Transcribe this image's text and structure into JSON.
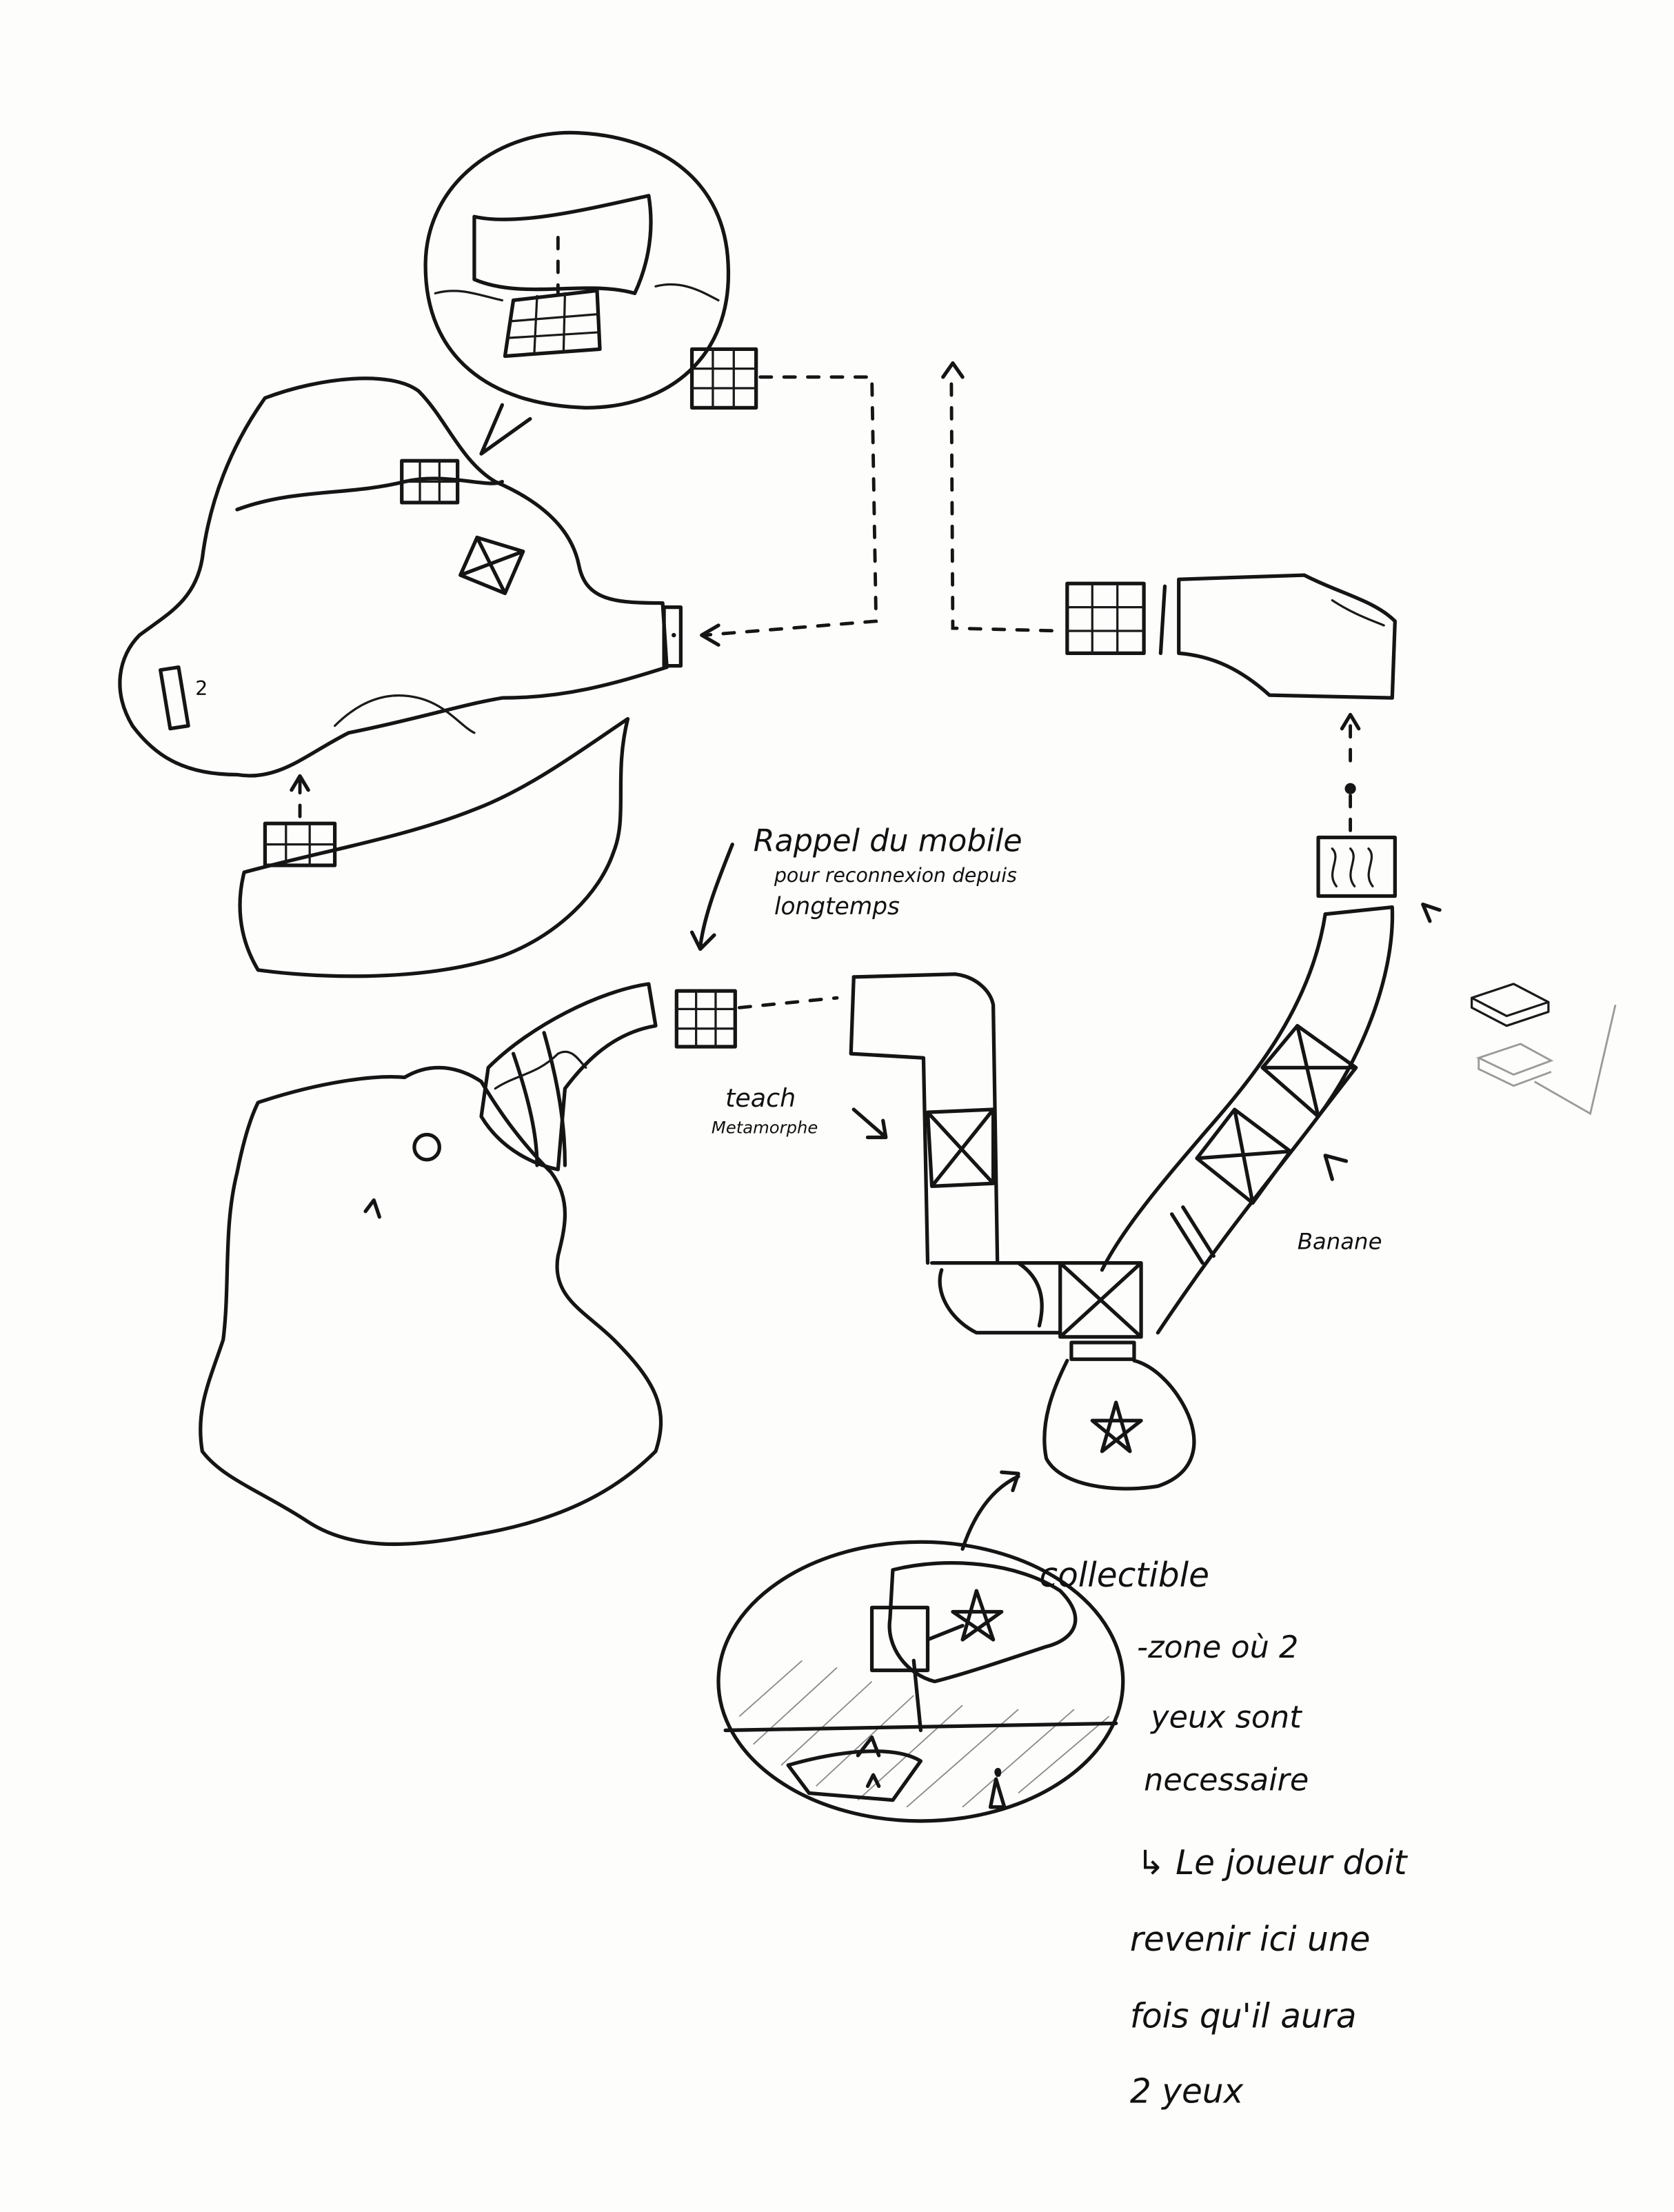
{
  "notes": {
    "mobile_recall": {
      "line1": "Rappel du mobile",
      "line2": "pour reconnexion depuis",
      "line3": "longtemps"
    },
    "teach": {
      "line1": "teach",
      "line2": "Metamorphe"
    },
    "banana": "Banane",
    "door_count": "2",
    "collectible": "collectible",
    "zone_note": [
      "-zone où 2",
      "yeux sont",
      "necessaire",
      "↳ Le joueur doit",
      "revenir ici une",
      "fois qu'il aura",
      "2 yeux"
    ]
  },
  "colors": {
    "ink": "#151515",
    "paper": "#fdfdfc"
  }
}
